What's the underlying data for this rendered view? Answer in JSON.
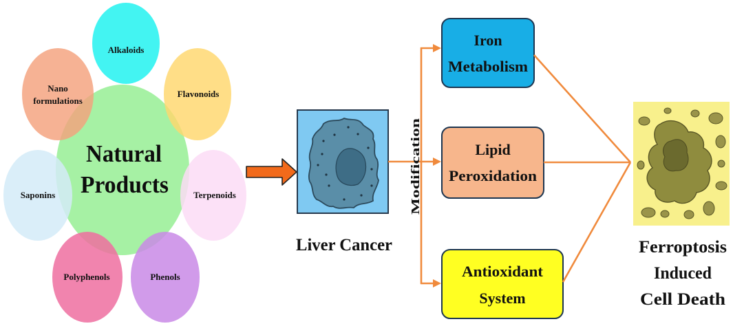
{
  "natural_products": {
    "line1": "Natural",
    "line2": "Products",
    "color": "#9cf09a"
  },
  "petals": [
    {
      "lines": [
        "Alkaloids"
      ],
      "color": "#22f2f0"
    },
    {
      "lines": [
        "Flavonoids"
      ],
      "color": "#ffd76c"
    },
    {
      "lines": [
        "Terpenoids"
      ],
      "color": "#fbdcf6"
    },
    {
      "lines": [
        "Phenols"
      ],
      "color": "#c98ae6"
    },
    {
      "lines": [
        "Polyphenols"
      ],
      "color": "#ef6fa0"
    },
    {
      "lines": [
        "Saponins"
      ],
      "color": "#d3ebf8"
    },
    {
      "lines": [
        "Nano",
        "formulations"
      ],
      "color": "#f4a17c"
    }
  ],
  "arrow": {
    "icon": "block-arrow-right",
    "color": "#f26a1b"
  },
  "liver_cancer": {
    "label": "Liver Cancer",
    "icon": "cancer-cell",
    "color": "#7fc9f2",
    "cell_color": "#5a8ea8",
    "nucleus_color": "#3e6d86"
  },
  "modification_label": "Modification",
  "connector_color": "#f08a3c",
  "targets": [
    {
      "lines": [
        "Iron",
        "Metabolism"
      ],
      "color": "#18aee6"
    },
    {
      "lines": [
        "Lipid",
        "Peroxidation"
      ],
      "color": "#f7b68c"
    },
    {
      "lines": [
        "Antioxidant",
        "System"
      ],
      "color": "#ffff22"
    }
  ],
  "outcome": {
    "lines": [
      "Ferroptosis",
      "Induced",
      "Cell Death"
    ],
    "icon": "ferroptotic-cell",
    "color": "#f8f08c",
    "blob_color": "#8f8c3e",
    "core_color": "#6b6a2e"
  }
}
